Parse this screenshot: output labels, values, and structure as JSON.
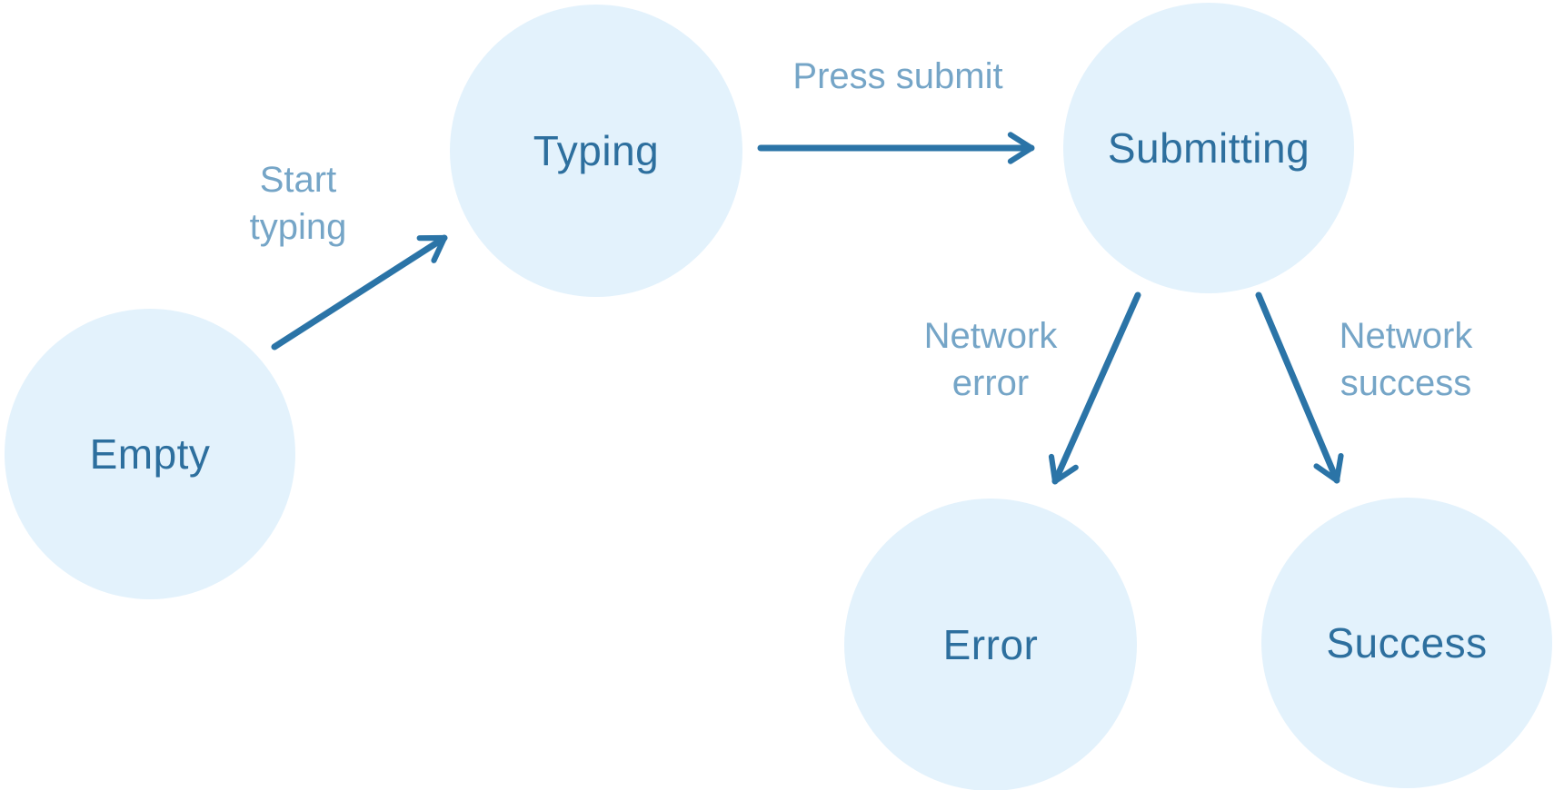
{
  "diagram": {
    "type": "state-machine",
    "nodes": [
      {
        "id": "empty",
        "label": "Empty"
      },
      {
        "id": "typing",
        "label": "Typing"
      },
      {
        "id": "submitting",
        "label": "Submitting"
      },
      {
        "id": "error",
        "label": "Error"
      },
      {
        "id": "success",
        "label": "Success"
      }
    ],
    "edges": [
      {
        "from": "empty",
        "to": "typing",
        "label": "Start typing"
      },
      {
        "from": "typing",
        "to": "submitting",
        "label": "Press submit"
      },
      {
        "from": "submitting",
        "to": "error",
        "label": "Network error"
      },
      {
        "from": "submitting",
        "to": "success",
        "label": "Network success"
      }
    ],
    "colors": {
      "node_fill": "#E3F2FC",
      "node_text": "#2D6F9E",
      "arrow": "#2B74A7",
      "edge_label": "#6E9FC6"
    }
  }
}
